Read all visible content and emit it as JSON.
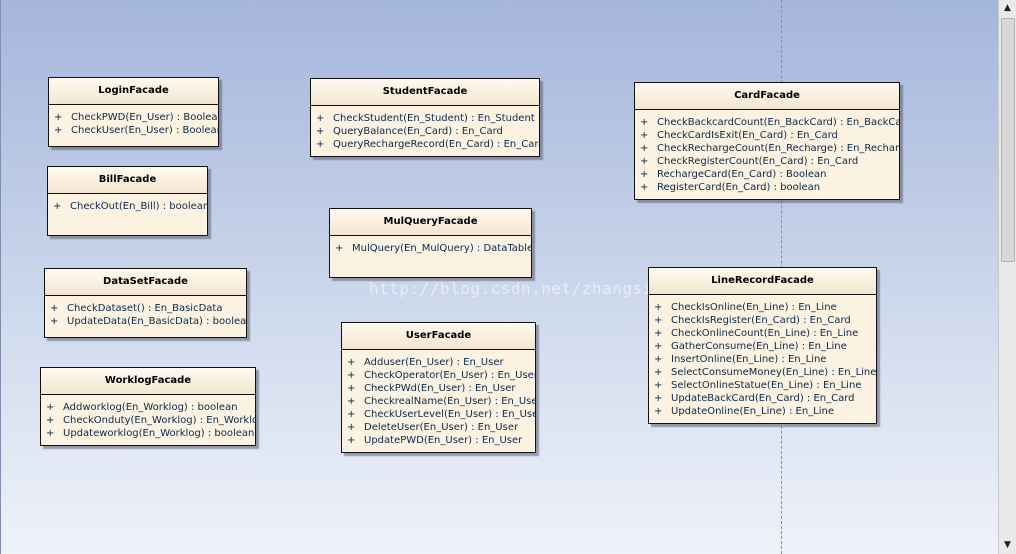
{
  "watermark": "http://blog.csdn.net/zhangsifty",
  "classes": {
    "login": {
      "name": "LoginFacade",
      "ops": [
        {
          "vis": "+",
          "sig": "CheckPWD(En_User) : Boolean"
        },
        {
          "vis": "+",
          "sig": "CheckUser(En_User) : Boolean"
        }
      ]
    },
    "bill": {
      "name": "BillFacade",
      "ops": [
        {
          "vis": "+",
          "sig": "CheckOut(En_Bill) : boolean"
        }
      ]
    },
    "dataset": {
      "name": "DataSetFacade",
      "ops": [
        {
          "vis": "+",
          "sig": "CheckDataset() : En_BasicData"
        },
        {
          "vis": "+",
          "sig": "UpdateData(En_BasicData) : boolean"
        }
      ]
    },
    "worklog": {
      "name": "WorklogFacade",
      "ops": [
        {
          "vis": "+",
          "sig": "Addworklog(En_Worklog) : boolean"
        },
        {
          "vis": "+",
          "sig": "CheckOnduty(En_Worklog) : En_Worklog"
        },
        {
          "vis": "+",
          "sig": "Updateworklog(En_Worklog) : boolean"
        }
      ]
    },
    "student": {
      "name": "StudentFacade",
      "ops": [
        {
          "vis": "+",
          "sig": "CheckStudent(En_Student) : En_Student"
        },
        {
          "vis": "+",
          "sig": "QueryBalance(En_Card) : En_Card"
        },
        {
          "vis": "+",
          "sig": "QueryRechargeRecord(En_Card) : En_Card"
        }
      ]
    },
    "mulquery": {
      "name": "MulQueryFacade",
      "ops": [
        {
          "vis": "+",
          "sig": "MulQuery(En_MulQuery) : DataTable"
        }
      ]
    },
    "user": {
      "name": "UserFacade",
      "ops": [
        {
          "vis": "+",
          "sig": "Adduser(En_User) : En_User"
        },
        {
          "vis": "+",
          "sig": "CheckOperator(En_User) : En_User"
        },
        {
          "vis": "+",
          "sig": "CheckPWd(En_User) : En_User"
        },
        {
          "vis": "+",
          "sig": "CheckrealName(En_User) : En_User"
        },
        {
          "vis": "+",
          "sig": "CheckUserLevel(En_User) : En_User"
        },
        {
          "vis": "+",
          "sig": "DeleteUser(En_User) : En_User"
        },
        {
          "vis": "+",
          "sig": "UpdatePWD(En_User) : En_User"
        }
      ]
    },
    "card": {
      "name": "CardFacade",
      "ops": [
        {
          "vis": "+",
          "sig": "CheckBackcardCount(En_BackCard) : En_BackCard"
        },
        {
          "vis": "+",
          "sig": "CheckCardIsExit(En_Card) : En_Card"
        },
        {
          "vis": "+",
          "sig": "CheckRechargeCount(En_Recharge) : En_Recharge"
        },
        {
          "vis": "+",
          "sig": "CheckRegisterCount(En_Card) : En_Card"
        },
        {
          "vis": "+",
          "sig": "RechargeCard(En_Card) : Boolean"
        },
        {
          "vis": "+",
          "sig": "RegisterCard(En_Card) : boolean"
        }
      ]
    },
    "linerecord": {
      "name": "LineRecordFacade",
      "ops": [
        {
          "vis": "+",
          "sig": "CheckIsOnline(En_Line) : En_Line"
        },
        {
          "vis": "+",
          "sig": "CheckIsRegister(En_Card) : En_Card"
        },
        {
          "vis": "+",
          "sig": "CheckOnlineCount(En_Line) : En_Line"
        },
        {
          "vis": "+",
          "sig": "GatherConsume(En_Line) : En_Line"
        },
        {
          "vis": "+",
          "sig": "InsertOnline(En_Line) : En_Line"
        },
        {
          "vis": "+",
          "sig": "SelectConsumeMoney(En_Line) : En_Line"
        },
        {
          "vis": "+",
          "sig": "SelectOnlineStatue(En_Line) : En_Line"
        },
        {
          "vis": "+",
          "sig": "UpdateBackCard(En_Card) : En_Card"
        },
        {
          "vis": "+",
          "sig": "UpdateOnline(En_Line) : En_Line"
        }
      ]
    }
  },
  "scrollbar": {
    "up_icon": "▲",
    "down_icon": "▼"
  }
}
